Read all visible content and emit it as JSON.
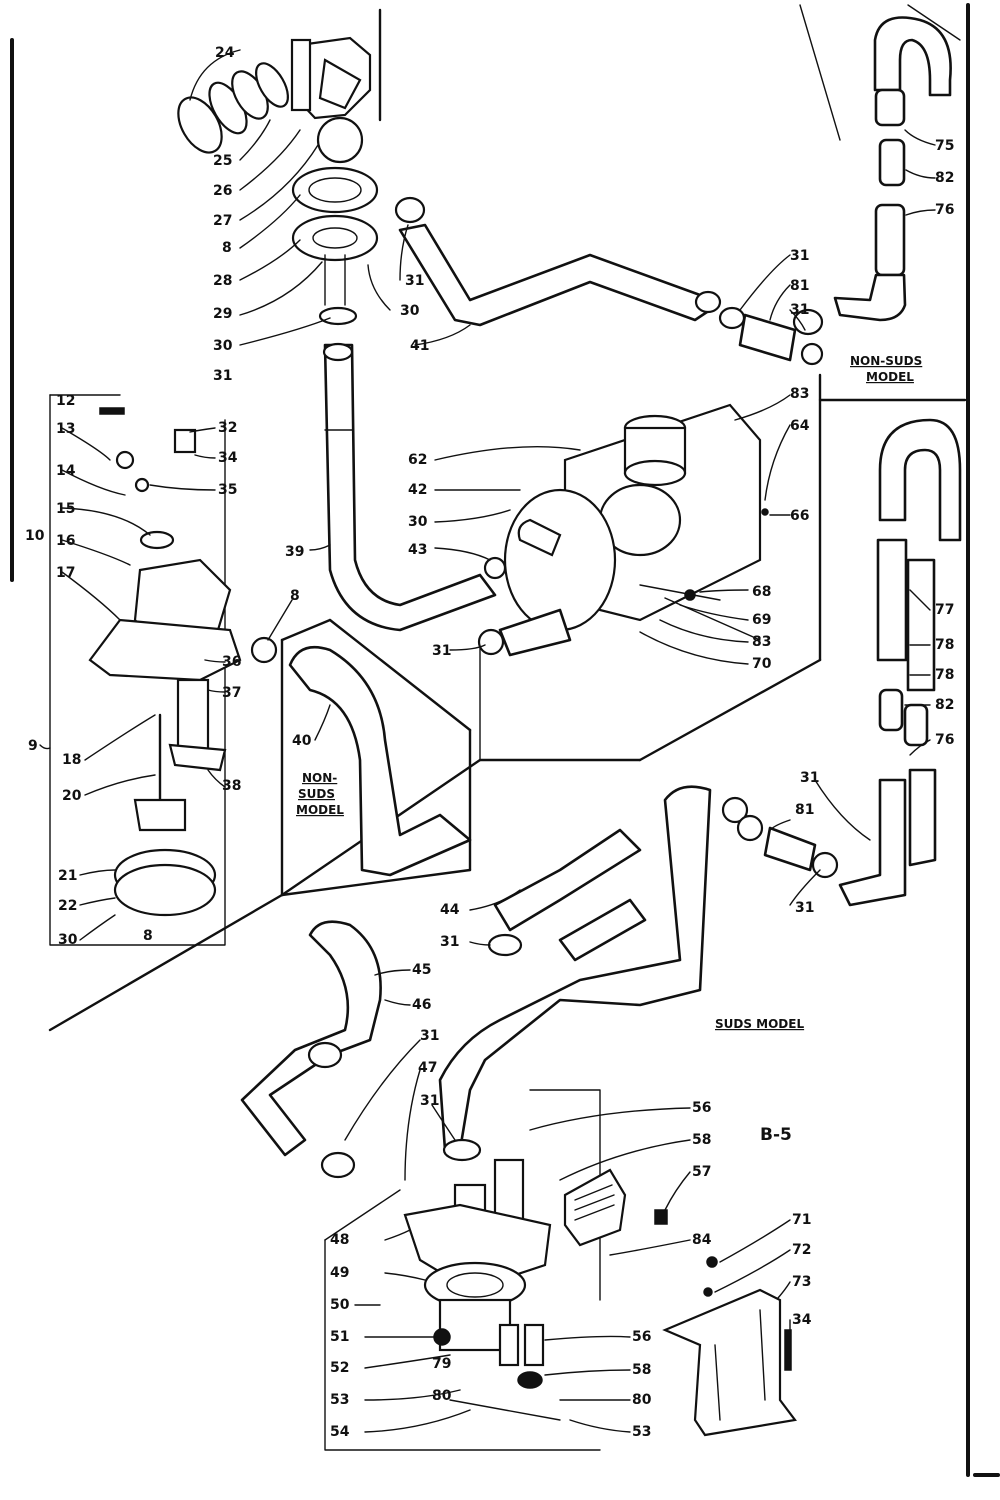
{
  "page_tag": "B-5",
  "notes": {
    "non_suds_top": [
      "NON-SUDS",
      "MODEL"
    ],
    "non_suds_mid": [
      "NON-",
      "SUDS",
      "MODEL"
    ],
    "suds_model": "SUDS MODEL"
  },
  "callouts": {
    "c24": "24",
    "c25": "25",
    "c26": "26",
    "c27": "27",
    "c8a": "8",
    "c28": "28",
    "c29": "29",
    "c30a": "30",
    "c30b": "30",
    "c31a": "31",
    "c31b": "31",
    "c41": "41",
    "c31c": "31",
    "c81a": "81",
    "c31d": "31",
    "c75a": "75",
    "c82a": "82",
    "c76a": "76",
    "c83a": "83",
    "c64": "64",
    "c66": "66",
    "c62": "62",
    "c42": "42",
    "c30c": "30",
    "c43": "43",
    "c68": "68",
    "c69": "69",
    "c83b": "83",
    "c70": "70",
    "c39": "39",
    "c8b": "8",
    "c31e": "31",
    "c40": "40",
    "c12": "12",
    "c13": "13",
    "c14": "14",
    "c15": "15",
    "c10": "10",
    "c16": "16",
    "c17": "17",
    "c32": "32",
    "c34": "34",
    "c35": "35",
    "c36": "36",
    "c37": "37",
    "c9": "9",
    "c18": "18",
    "c20": "20",
    "c38": "38",
    "c21": "21",
    "c22": "22",
    "c30d": "30",
    "c8c": "8",
    "c77": "77",
    "c78a": "78",
    "c78b": "78",
    "c82b": "82",
    "c76b": "76",
    "c31f": "31",
    "c81b": "81",
    "c31g": "31",
    "c44": "44",
    "c31h": "31",
    "c45": "45",
    "c46": "46",
    "c31i": "31",
    "c47": "47",
    "c31j": "31",
    "c56a": "56",
    "c58a": "58",
    "c57": "57",
    "c84": "84",
    "c71": "71",
    "c72": "72",
    "c73": "73",
    "c34b": "34",
    "c48": "48",
    "c49": "49",
    "c50": "50",
    "c51": "51",
    "c52": "52",
    "c53a": "53",
    "c54": "54",
    "c79": "79",
    "c80a": "80",
    "c56b": "56",
    "c58b": "58",
    "c80b": "80",
    "c53b": "53"
  }
}
